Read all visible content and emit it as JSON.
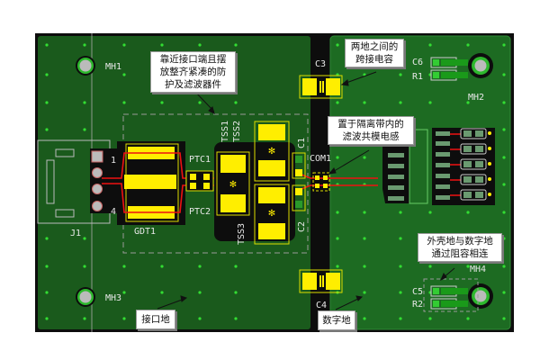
{
  "callouts": {
    "protection": [
      "靠近接口端且摆",
      "放整齐紧凑的防",
      "护及滤波器件"
    ],
    "bridge_cap": [
      "两地之间的",
      "跨接电容"
    ],
    "cm_choke": [
      "置于隔离带内的",
      "滤波共模电感"
    ],
    "shell_ground": [
      "外壳地与数字地",
      "通过阻容相连"
    ],
    "interface_ground": "接口地",
    "digital_ground": "数字地"
  },
  "designators": {
    "mh1": "MH1",
    "mh2": "MH2",
    "mh3": "MH3",
    "mh4": "MH4",
    "j1": "J1",
    "gdt1": "GDT1",
    "ptc1": "PTC1",
    "ptc2": "PTC2",
    "tss1": "TSS1",
    "tss2": "TSS2",
    "tss3": "TSS3",
    "c1": "C1",
    "c2": "C2",
    "c3": "C3",
    "c4": "C4",
    "c5": "C5",
    "c6": "C6",
    "r1": "R1",
    "r2": "R2",
    "com1": "COM1",
    "pin1": "1",
    "pin4": "4"
  },
  "colors": {
    "interface_pour": "#1a5a1c",
    "digital_pour": "#1d6b22",
    "isolation_gap": "#0d0d0d",
    "pad": "#ffee00",
    "trace": "#ee1111",
    "via": "#33dd33"
  }
}
